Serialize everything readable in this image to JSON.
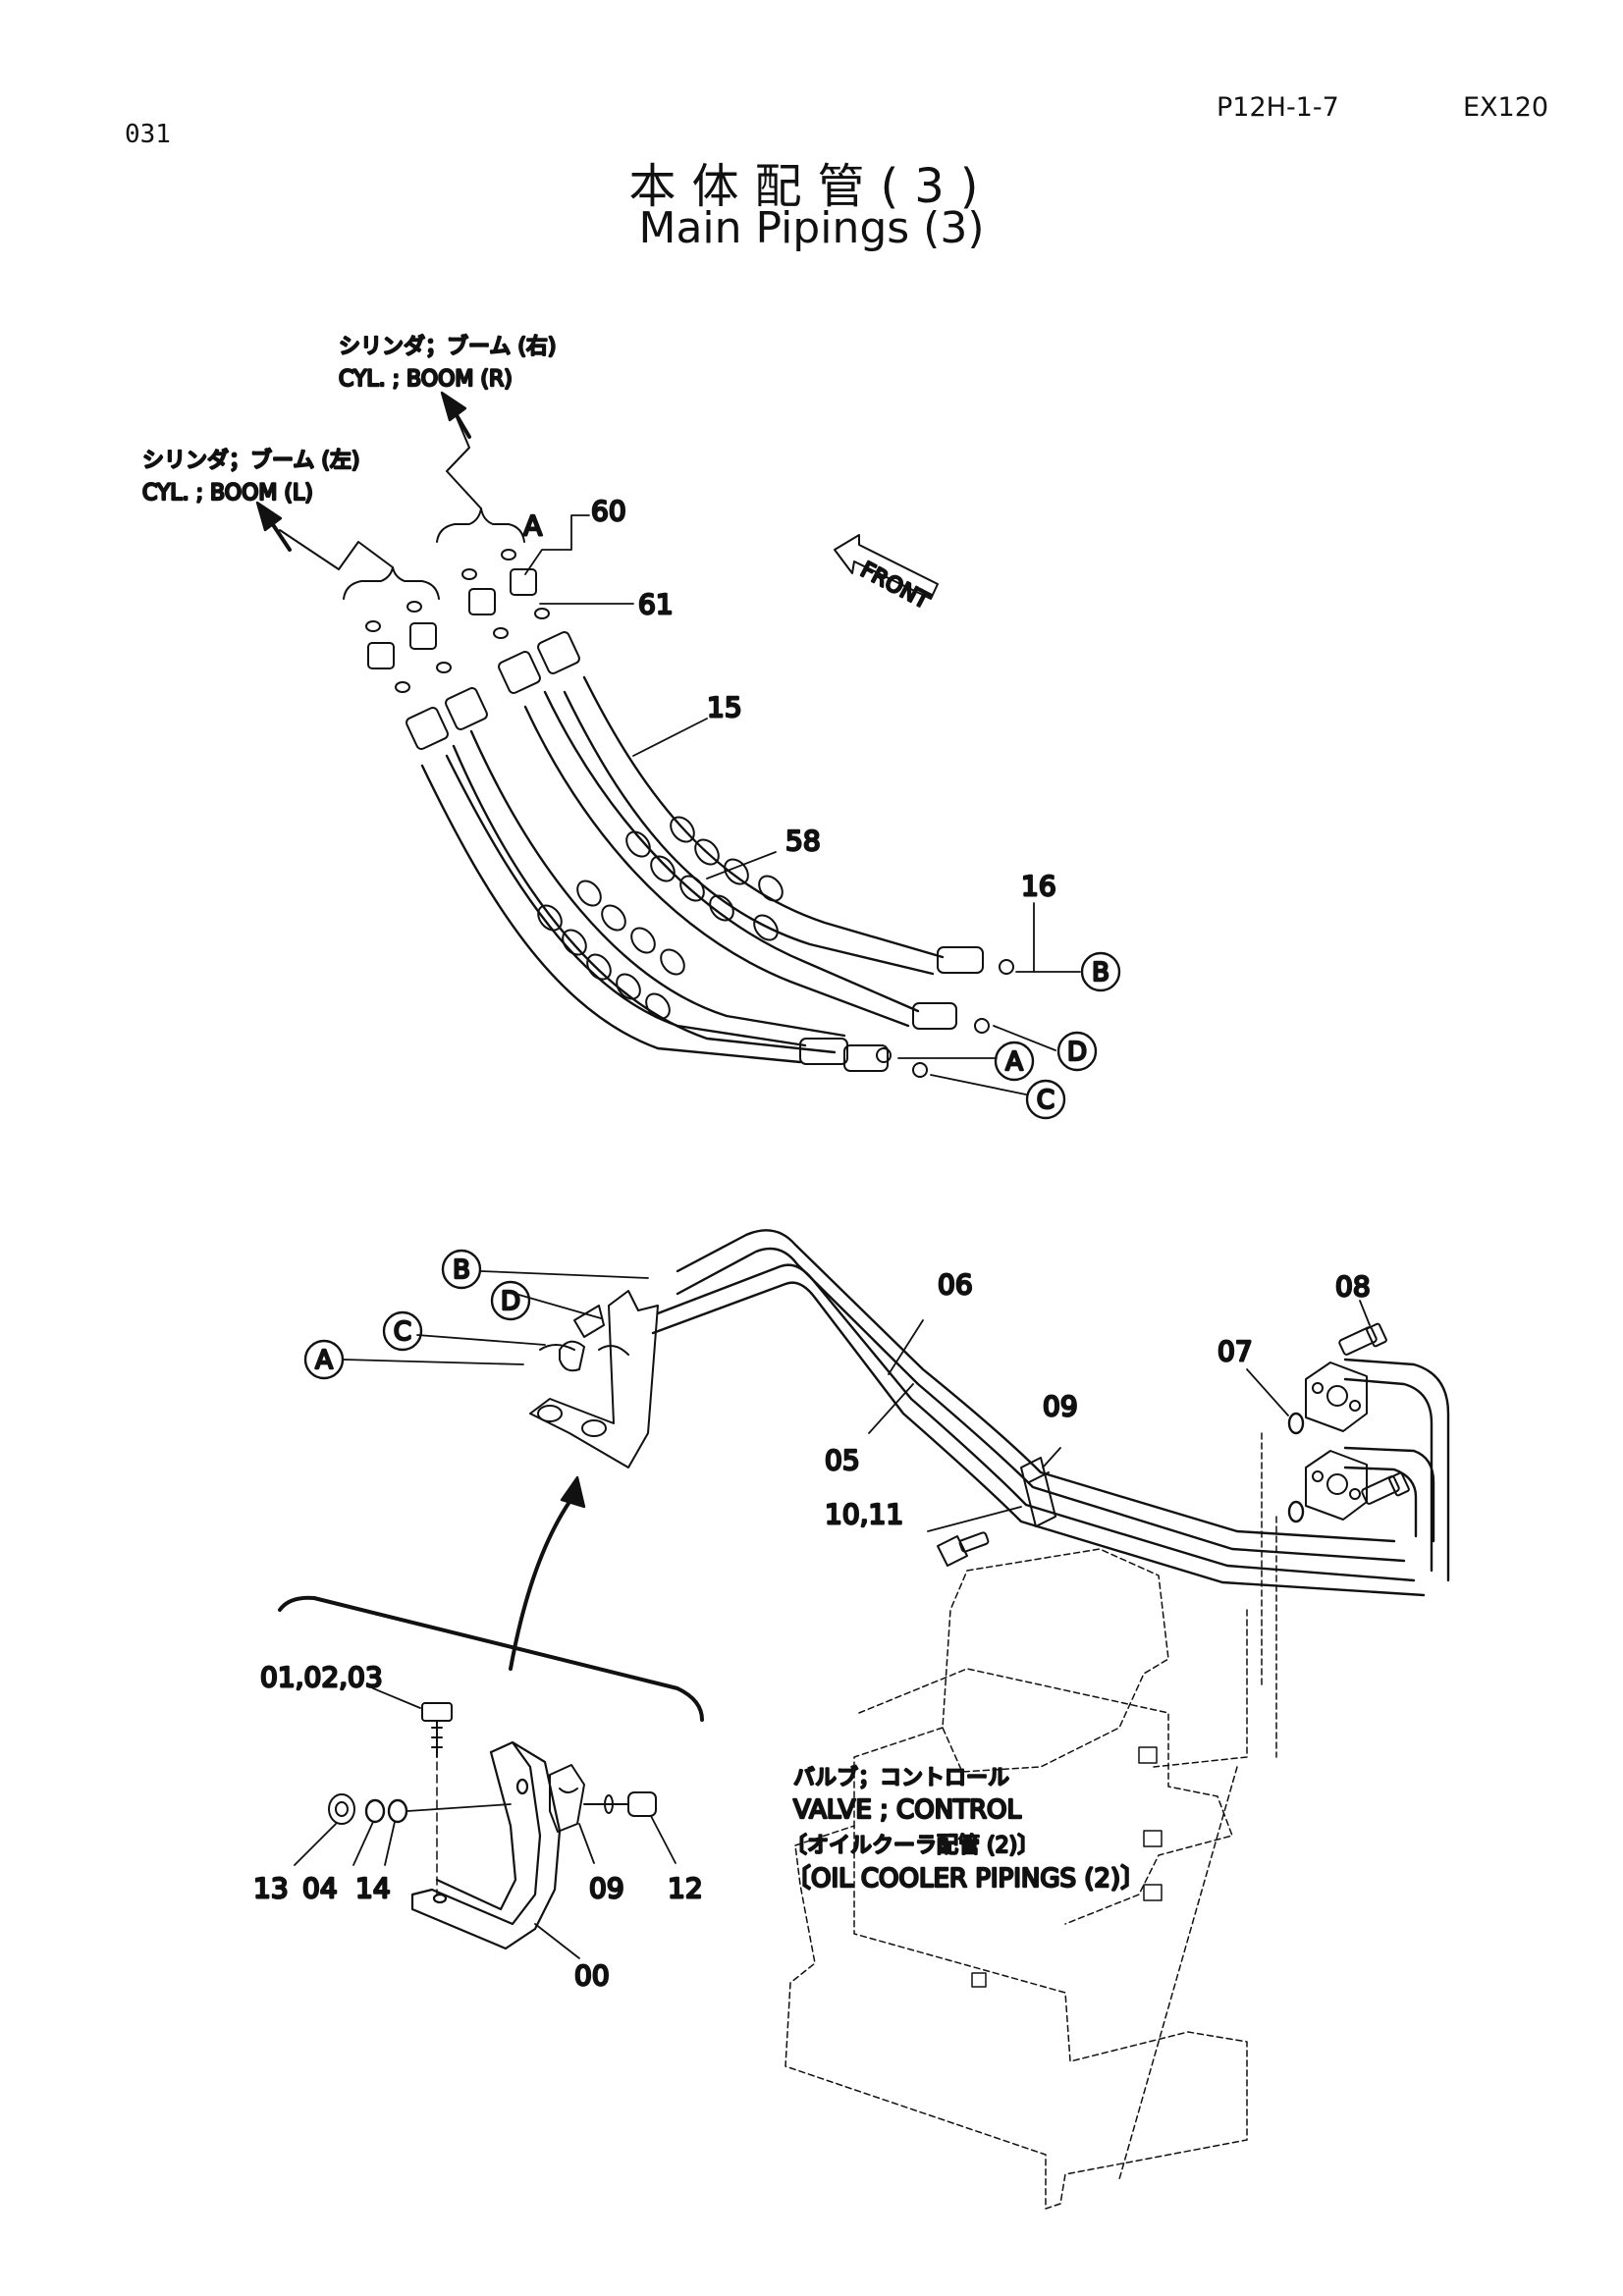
{
  "header": {
    "page_number": "031",
    "doc_code": "P12H-1-7",
    "model": "EX120",
    "title_jp": "本体配管(3)",
    "title_en": "Main Pipings (3)"
  },
  "callouts": {
    "boom_r_jp": "シリンダ；ブーム (右)",
    "boom_r_en": "CYL. ; BOOM (R)",
    "boom_l_jp": "シリンダ；ブーム (左)",
    "boom_l_en": "CYL. ; BOOM (L)",
    "front": "FRONT",
    "valve_jp": "バルブ；コントロール",
    "valve_en": "VALVE ; CONTROL",
    "oil_jp": "〔オイルクーラ配管 (2)〕",
    "oil_en": "〔OIL COOLER PIPINGS (2)〕"
  },
  "part_numbers": {
    "p60": "60",
    "p61": "61",
    "p15": "15",
    "p58": "58",
    "p16": "16",
    "p06": "06",
    "p05": "05",
    "p09a": "09",
    "p08": "08",
    "p07": "07",
    "p10_11": "10,11",
    "p01_03": "01,02,03",
    "p13": "13",
    "p04": "04",
    "p14": "14",
    "p09b": "09",
    "p12": "12",
    "p00": "00"
  },
  "port_labels": {
    "a": "A",
    "b": "B",
    "c": "C",
    "d": "D"
  }
}
